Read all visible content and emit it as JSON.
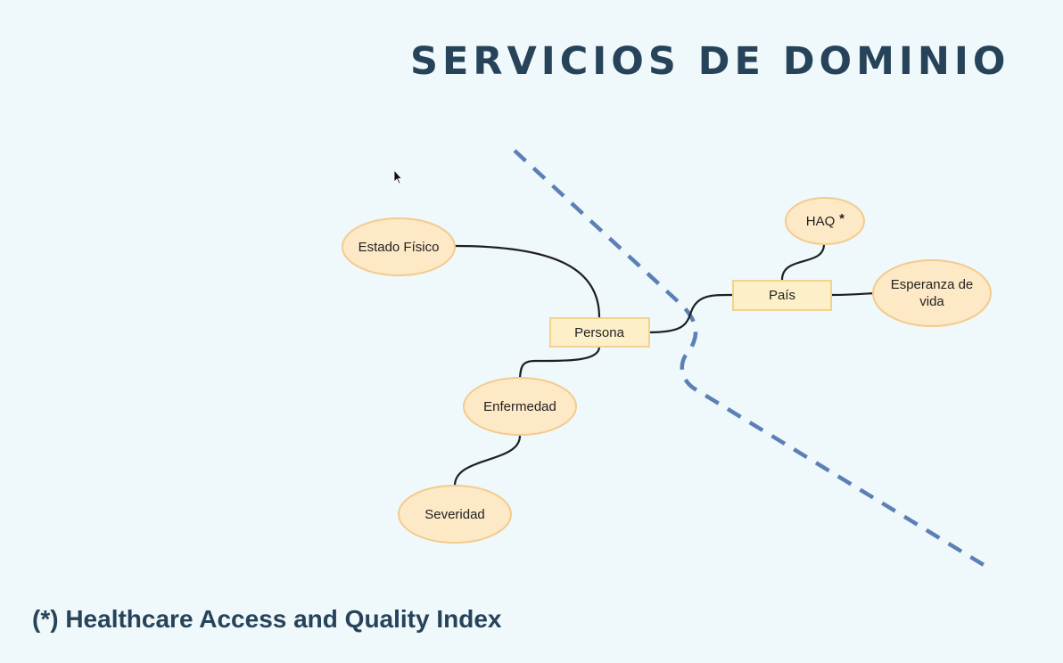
{
  "slide": {
    "title": "SERVICIOS DE DOMINIO",
    "footnote": "(*) Healthcare Access and Quality Index"
  },
  "diagram": {
    "nodes": {
      "estado_fisico": "Estado Físico",
      "persona": "Persona",
      "enfermedad": "Enfermedad",
      "severidad": "Severidad",
      "pais": "País",
      "haq": "HAQ",
      "haq_mark": "*",
      "esperanza_line1": "Esperanza de",
      "esperanza_line2": "vida"
    },
    "edges": [
      [
        "Estado Físico",
        "Persona"
      ],
      [
        "Persona",
        "Enfermedad"
      ],
      [
        "Enfermedad",
        "Severidad"
      ],
      [
        "Persona",
        "País"
      ],
      [
        "País",
        "HAQ"
      ],
      [
        "País",
        "Esperanza de vida"
      ]
    ]
  },
  "colors": {
    "title": "#26435a",
    "background": "#eff8fb",
    "node_fill": "#fde9c6",
    "node_border": "#f3cb8d",
    "boundary_line": "#5b80b6"
  }
}
